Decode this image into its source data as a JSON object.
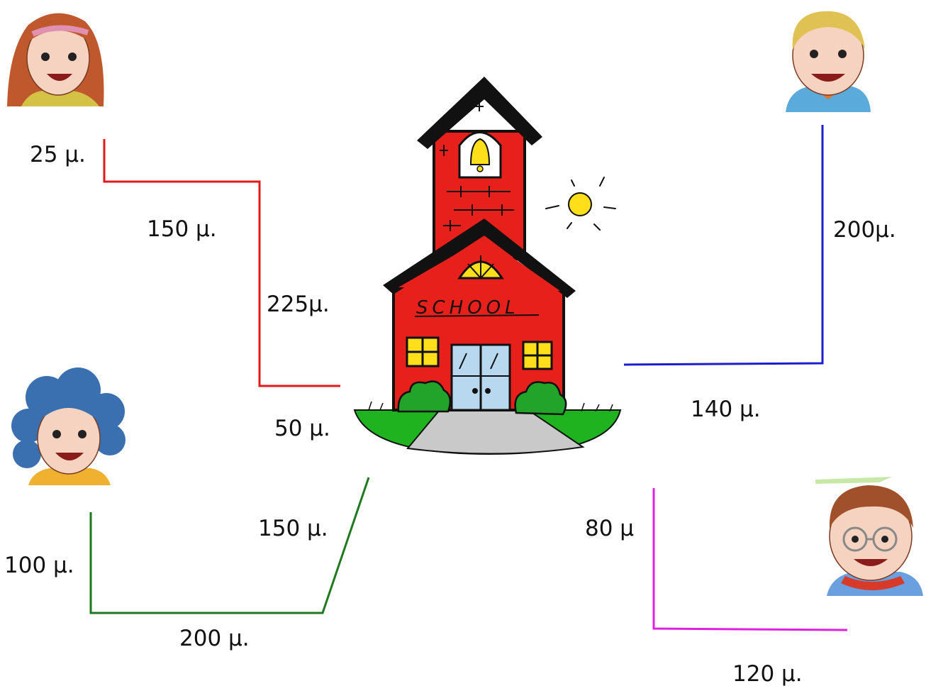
{
  "school": {
    "sign": "SCHOOL"
  },
  "routes": {
    "girl_red": {
      "color": "#e31818",
      "segments": [
        "25 μ.",
        "150 μ.",
        "225μ.",
        "50 μ."
      ]
    },
    "boy_blue": {
      "color": "#1c1cd0",
      "segments": [
        "200μ.",
        "140 μ."
      ]
    },
    "girl_green": {
      "color": "#1f7a1f",
      "segments": [
        "100 μ.",
        "200 μ.",
        "150 μ."
      ]
    },
    "boy_magenta": {
      "color": "#e020e0",
      "segments": [
        "80 μ",
        "120 μ."
      ]
    }
  }
}
